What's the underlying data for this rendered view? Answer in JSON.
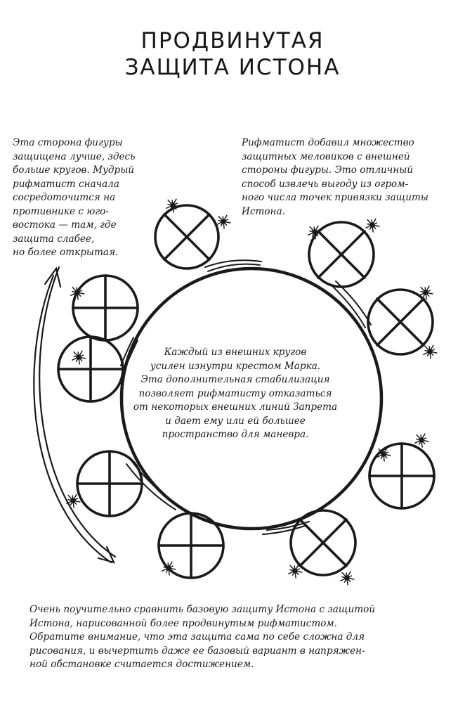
{
  "title": {
    "line1": "ПРОДВИНУТАЯ",
    "line2": "ЗАЩИТА ИСТОНА"
  },
  "notes": {
    "top_left": [
      "Эта сторона фигуры",
      "защищена лучше, здесь",
      "больше кругов. Мудрый",
      "рифматист сначала",
      "сосредоточится на",
      "противнике с юго-",
      "востока — там, где",
      "защита слабее,",
      "но более открытая."
    ],
    "top_right": [
      "Рифматист добавил множество",
      "защитных меловиков с внешней",
      "стороны фигуры. Это отличный",
      "способ извлечь выгоду из огром-",
      "ного числа точек привязки защиты",
      "Истона."
    ],
    "center": [
      "Каждый из внешних кругов",
      "усилен изнутри крестом Марка.",
      "Эта дополнительная стабилизация",
      "позволяет рифматисту отказаться",
      "от некоторых внешних линий Запрета",
      "и дает ему или ей большее",
      "пространство для маневра."
    ],
    "bottom": [
      "Очень поучительно сравнить базовую защиту Истона с защитой",
      "Истона, нарисованной более продвинутым рифматистом.",
      "Обратите внимание, что эта защита сама по себе сложна для",
      "рисования, и вычертить даже ее базовый вариант в напряжен-",
      "ной обстановке считается достижением."
    ]
  },
  "colors": {
    "ink": "#1a1a1a",
    "paper": "#ffffff"
  }
}
